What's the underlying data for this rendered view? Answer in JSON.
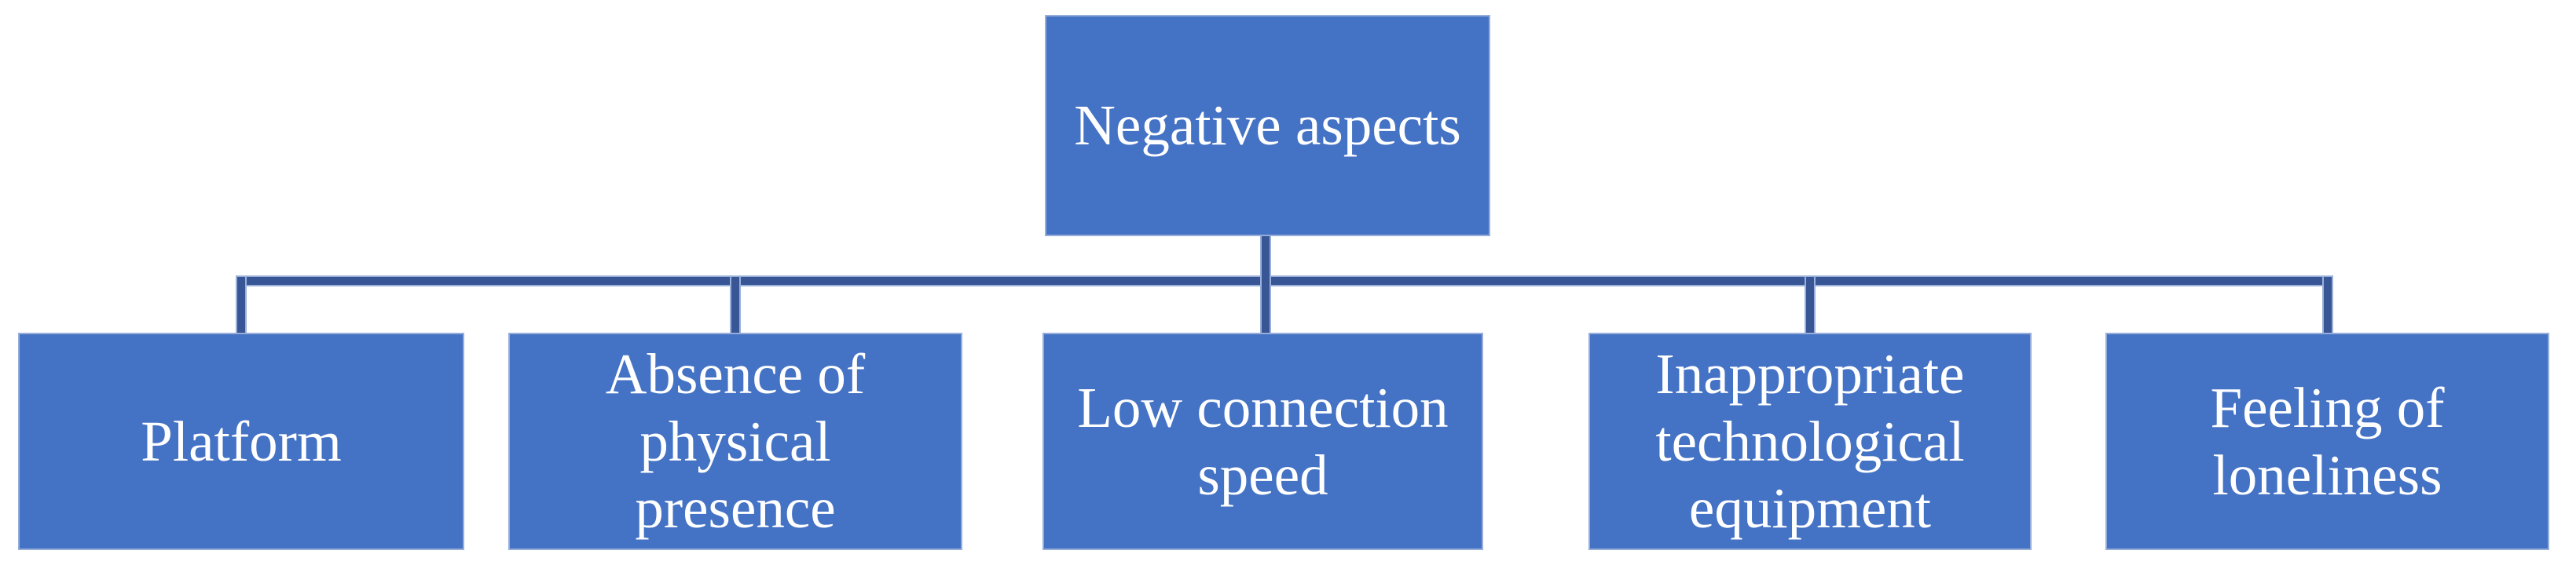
{
  "diagram": {
    "title": "Negative aspects hierarchy chart",
    "root": {
      "label": "Negative aspects"
    },
    "children": [
      {
        "label": "Platform"
      },
      {
        "label": "Absence of physical presence"
      },
      {
        "label": "Low connection speed"
      },
      {
        "label": "Inappropriate technological equipment"
      },
      {
        "label": "Feeling of loneliness"
      }
    ],
    "colors": {
      "box_fill": "#4472C4",
      "box_border": "#96ADD9",
      "text": "#FFFFFF",
      "connector": "#385696",
      "connector_halo": "#9AB0D8",
      "background": "#FFFFFF"
    }
  }
}
